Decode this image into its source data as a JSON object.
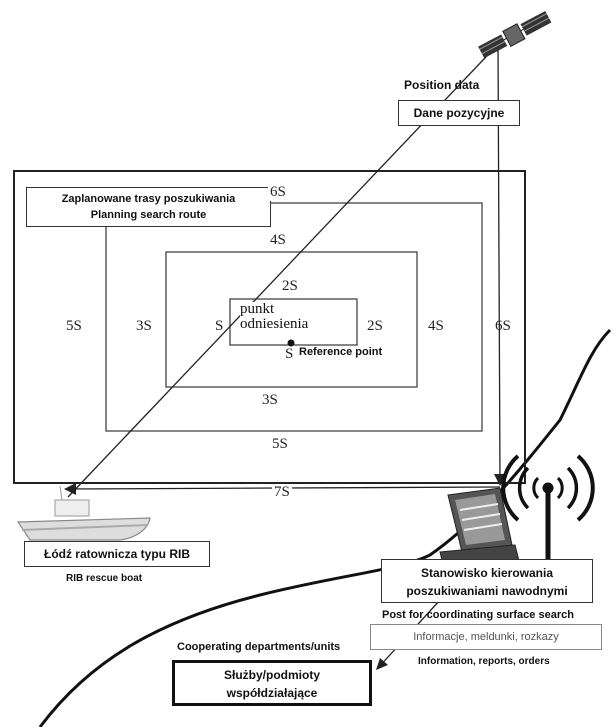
{
  "position": {
    "title_en": "Position data",
    "title_pl": "Dane pozycyjne"
  },
  "planning": {
    "pl": "Zaplanowane trasy poszukiwania",
    "en": "Planning search route"
  },
  "reference": {
    "pl_line1": "punkt",
    "pl_line2": "odniesienia",
    "en": "Reference point"
  },
  "distances": {
    "top_outer": "6S",
    "top_second": "4S",
    "top_inner": "2S",
    "left_outer": "5S",
    "left_second": "3S",
    "left_inner": "S",
    "right_inner": "2S",
    "right_second": "4S",
    "right_outer": "6S",
    "below_ref": "S",
    "bottom_inner": "3S",
    "bottom_second": "5S",
    "bottom_outer": "7S"
  },
  "boat": {
    "pl": "Łódź ratownicza typu RIB",
    "en": "RIB rescue boat"
  },
  "post": {
    "pl_line1": "Stanowisko kierowania",
    "pl_line2": "poszukiwaniami nawodnymi",
    "en": "Post for coordinating surface search"
  },
  "info": {
    "pl": "Informacje, meldunki, rozkazy",
    "en": "Information, reports, orders"
  },
  "departments": {
    "en": "Cooperating departments/units",
    "pl_line1": "Służby/podmioty",
    "pl_line2": "współdziałające"
  },
  "icons": [
    "satellite-icon",
    "rib-boat-icon",
    "console-icon",
    "antenna-icon"
  ]
}
